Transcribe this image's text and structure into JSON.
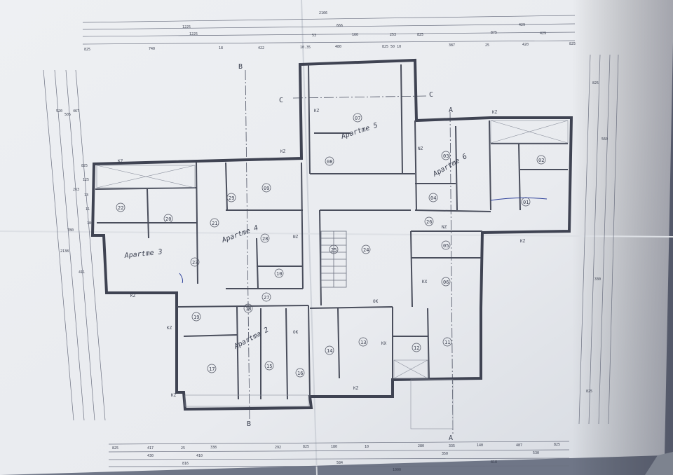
{
  "sections": {
    "b_top": "B",
    "b_bottom": "B",
    "c_left": "C",
    "c_right": "C",
    "a_top": "A",
    "a_bottom": "A"
  },
  "dims": {
    "top_row1": "2166",
    "top_row2": [
      "1225",
      "666",
      "429"
    ],
    "top_row3": [
      "1225",
      "875",
      "53",
      "160",
      "253",
      "825",
      "429"
    ],
    "top_row4": [
      "825",
      "18",
      "740",
      "422",
      "10.35",
      "480",
      "825 50 10",
      "387",
      "25",
      "420",
      "825"
    ],
    "bottom_row1": [
      "825",
      "417",
      "25",
      "338",
      "292",
      "825",
      "180",
      "10",
      "280",
      "335",
      "140",
      "487",
      "825"
    ],
    "bottom_row2": [
      "430",
      "410",
      "350",
      "530"
    ],
    "bottom_row3": [
      "816",
      "584",
      "818"
    ],
    "bottom_row4": "1000",
    "left_col": [
      "520",
      "505",
      "467",
      "825",
      "125",
      "13",
      "11",
      "180",
      "263",
      "780",
      "411",
      "2138"
    ],
    "right_col": [
      "825",
      "560",
      "330",
      "825"
    ]
  },
  "rooms": [
    "01",
    "02",
    "03",
    "04",
    "05",
    "06",
    "07",
    "08",
    "09",
    "10",
    "11",
    "12",
    "13",
    "14",
    "15",
    "16",
    "17",
    "18",
    "19",
    "20",
    "21",
    "22",
    "23",
    "24",
    "25",
    "26",
    "27",
    "28",
    "29"
  ],
  "wall_tags": [
    "KZ",
    "NZ",
    "KX",
    "OK",
    "KZ"
  ],
  "handwriting": {
    "apt1": "Apartme 5",
    "apt2": "Apartme 6",
    "apt3": "Apartme 4",
    "apt4": "Apartme 3",
    "apt5": "Apartma 2"
  }
}
